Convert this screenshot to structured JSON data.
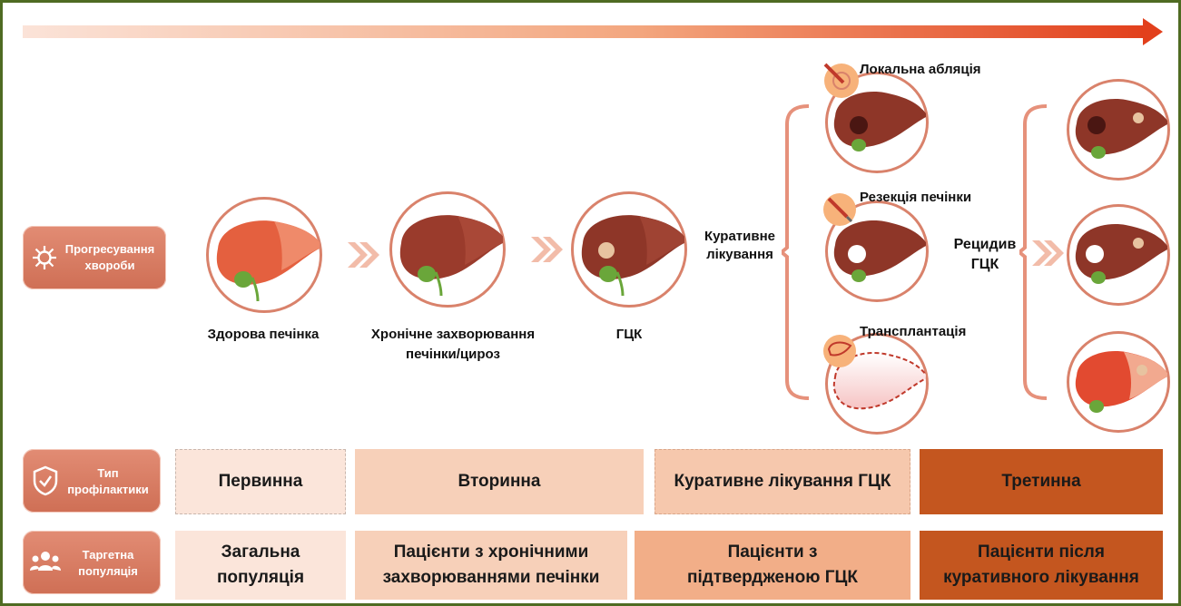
{
  "side_labels": {
    "progression": "Прогресування хвороби",
    "prevention_type": "Тип профілактики",
    "target_population": "Таргетна популяція"
  },
  "stages": {
    "healthy": "Здорова печінка",
    "chronic": "Хронічне захворювання печінки/цироз",
    "hcc": "ГЦК",
    "curative": "Куративне лікування",
    "recurrence": "Рецидив ГЦК"
  },
  "treatments": {
    "ablation": "Локальна абляція",
    "resection": "Резекція печінки",
    "transplant": "Трансплантація"
  },
  "prevention_row": [
    "Первинна",
    "Вторинна",
    "Куративне лікування ГЦК",
    "Третинна"
  ],
  "population_row": [
    "Загальна популяція",
    "Пацієнти з хронічними захворюваннями печінки",
    "Пацієнти з підтвердженою ГЦК",
    "Пацієнти після куративного лікування"
  ],
  "colors": {
    "frame": "#4f6b22",
    "accent": "#cf6f55",
    "arrow_end": "#e2401c",
    "box_light": "#fbe5da",
    "box_mid": "#f6c8ad",
    "box_dark": "#c4561f"
  },
  "icons": [
    "virus-icon",
    "shield-check-icon",
    "people-icon",
    "needle-icon",
    "scalpel-icon",
    "liver-outline-icon"
  ]
}
